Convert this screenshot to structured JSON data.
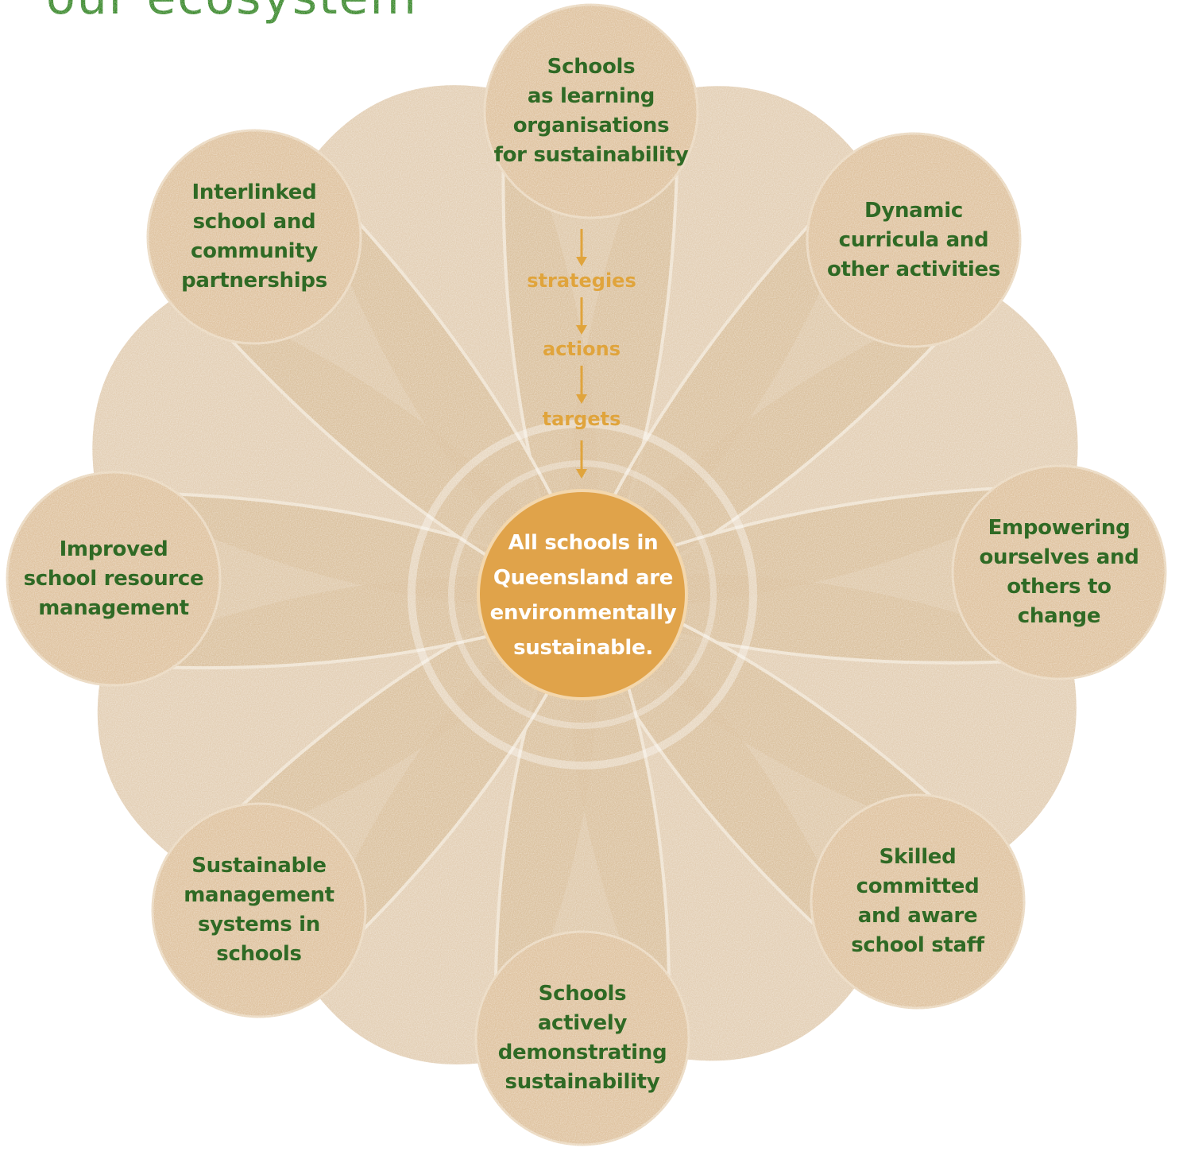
{
  "title": "our ecosystem",
  "colors": {
    "petal": "#d9bf9c",
    "node_fill": "#dfc3a0",
    "center_fill": "#e0a34a",
    "label_green": "#2f6a25",
    "flow_orange": "#e0a43c",
    "title_green": "#3c8a2e"
  },
  "center": {
    "label": "All schools in\nQueensland are\nenvironmentally\nsustainable."
  },
  "flow": {
    "steps": [
      "strategies",
      "actions",
      "targets"
    ]
  },
  "nodes": [
    {
      "id": "learning-organisations",
      "label": "Schools\nas learning\norganisations\nfor sustainability"
    },
    {
      "id": "dynamic-curricula",
      "label": "Dynamic\ncurricula and\nother activities"
    },
    {
      "id": "empowering",
      "label": "Empowering\nourselves and\nothers to\nchange"
    },
    {
      "id": "skilled-staff",
      "label": "Skilled\ncommitted\nand aware\nschool staff"
    },
    {
      "id": "demonstrating",
      "label": "Schools\nactively\ndemonstrating\nsustainability"
    },
    {
      "id": "management-systems",
      "label": "Sustainable\nmanagement\nsystems in\nschools"
    },
    {
      "id": "resource-management",
      "label": "Improved\nschool resource\nmanagement"
    },
    {
      "id": "partnerships",
      "label": "Interlinked\nschool and\ncommunity\npartnerships"
    }
  ]
}
